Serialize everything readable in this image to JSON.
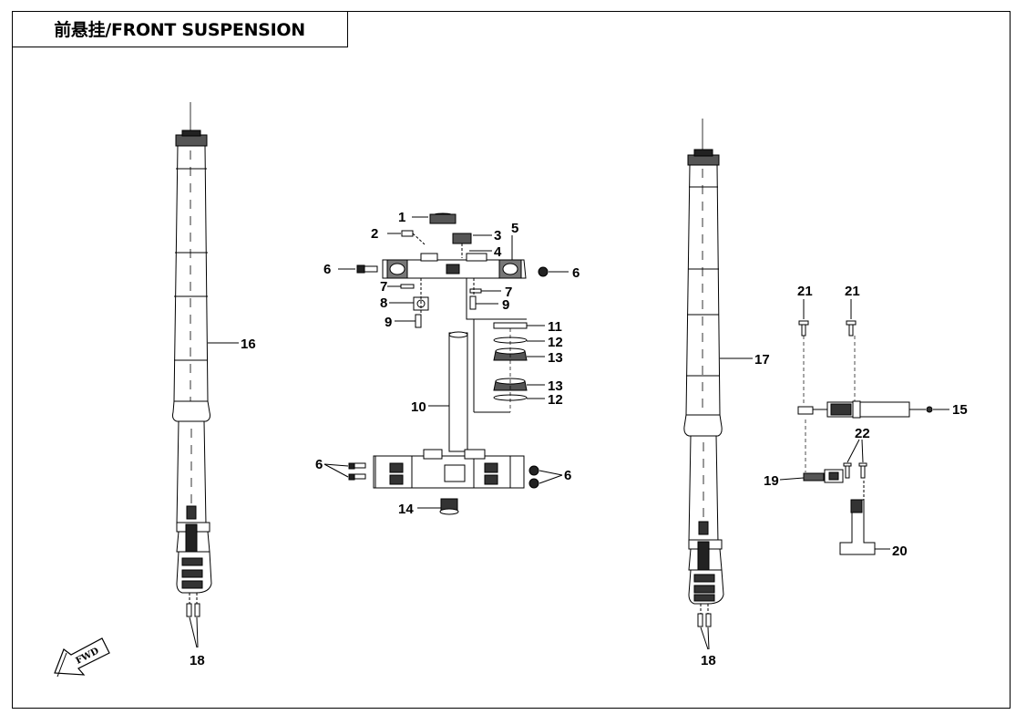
{
  "title": "前悬挂/FRONT SUSPENSION",
  "fwd_label": "FWD",
  "callouts": {
    "c1": "1",
    "c2": "2",
    "c3": "3",
    "c4": "4",
    "c5": "5",
    "c6a": "6",
    "c6b": "6",
    "c6c": "6",
    "c6d": "6",
    "c7a": "7",
    "c7b": "7",
    "c8": "8",
    "c9a": "9",
    "c9b": "9",
    "c10": "10",
    "c11": "11",
    "c12a": "12",
    "c12b": "12",
    "c13a": "13",
    "c13b": "13",
    "c14": "14",
    "c15": "15",
    "c16": "16",
    "c17": "17",
    "c18a": "18",
    "c18b": "18",
    "c19": "19",
    "c20": "20",
    "c21a": "21",
    "c21b": "21",
    "c22": "22"
  }
}
